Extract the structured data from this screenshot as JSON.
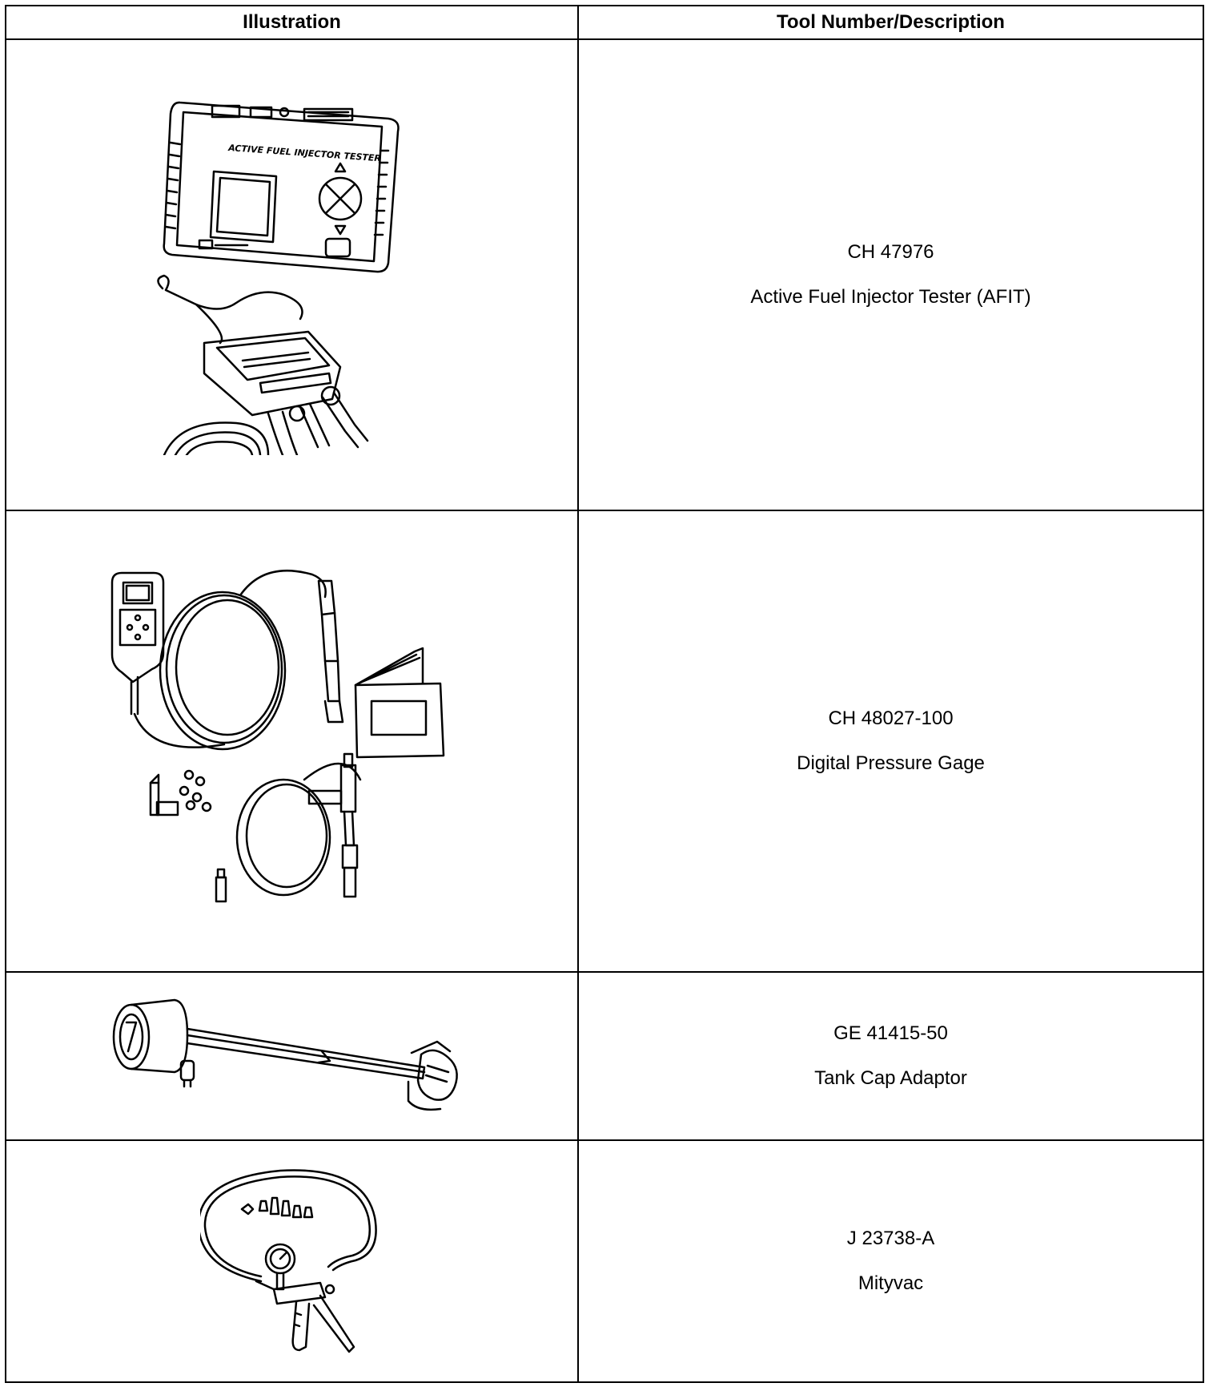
{
  "table": {
    "headers": {
      "illustration": "Illustration",
      "tool": "Tool Number/Description"
    },
    "rows": [
      {
        "tool_number": "CH 47976",
        "description": "Active Fuel Injector Tester (AFIT)",
        "illustration_text": "ACTIVE FUEL INJECTOR TESTER"
      },
      {
        "tool_number": "CH 48027-100",
        "description": "Digital Pressure Gage"
      },
      {
        "tool_number": "GE 41415-50",
        "description": "Tank Cap Adaptor"
      },
      {
        "tool_number": "J 23738-A",
        "description": "Mityvac"
      }
    ]
  }
}
